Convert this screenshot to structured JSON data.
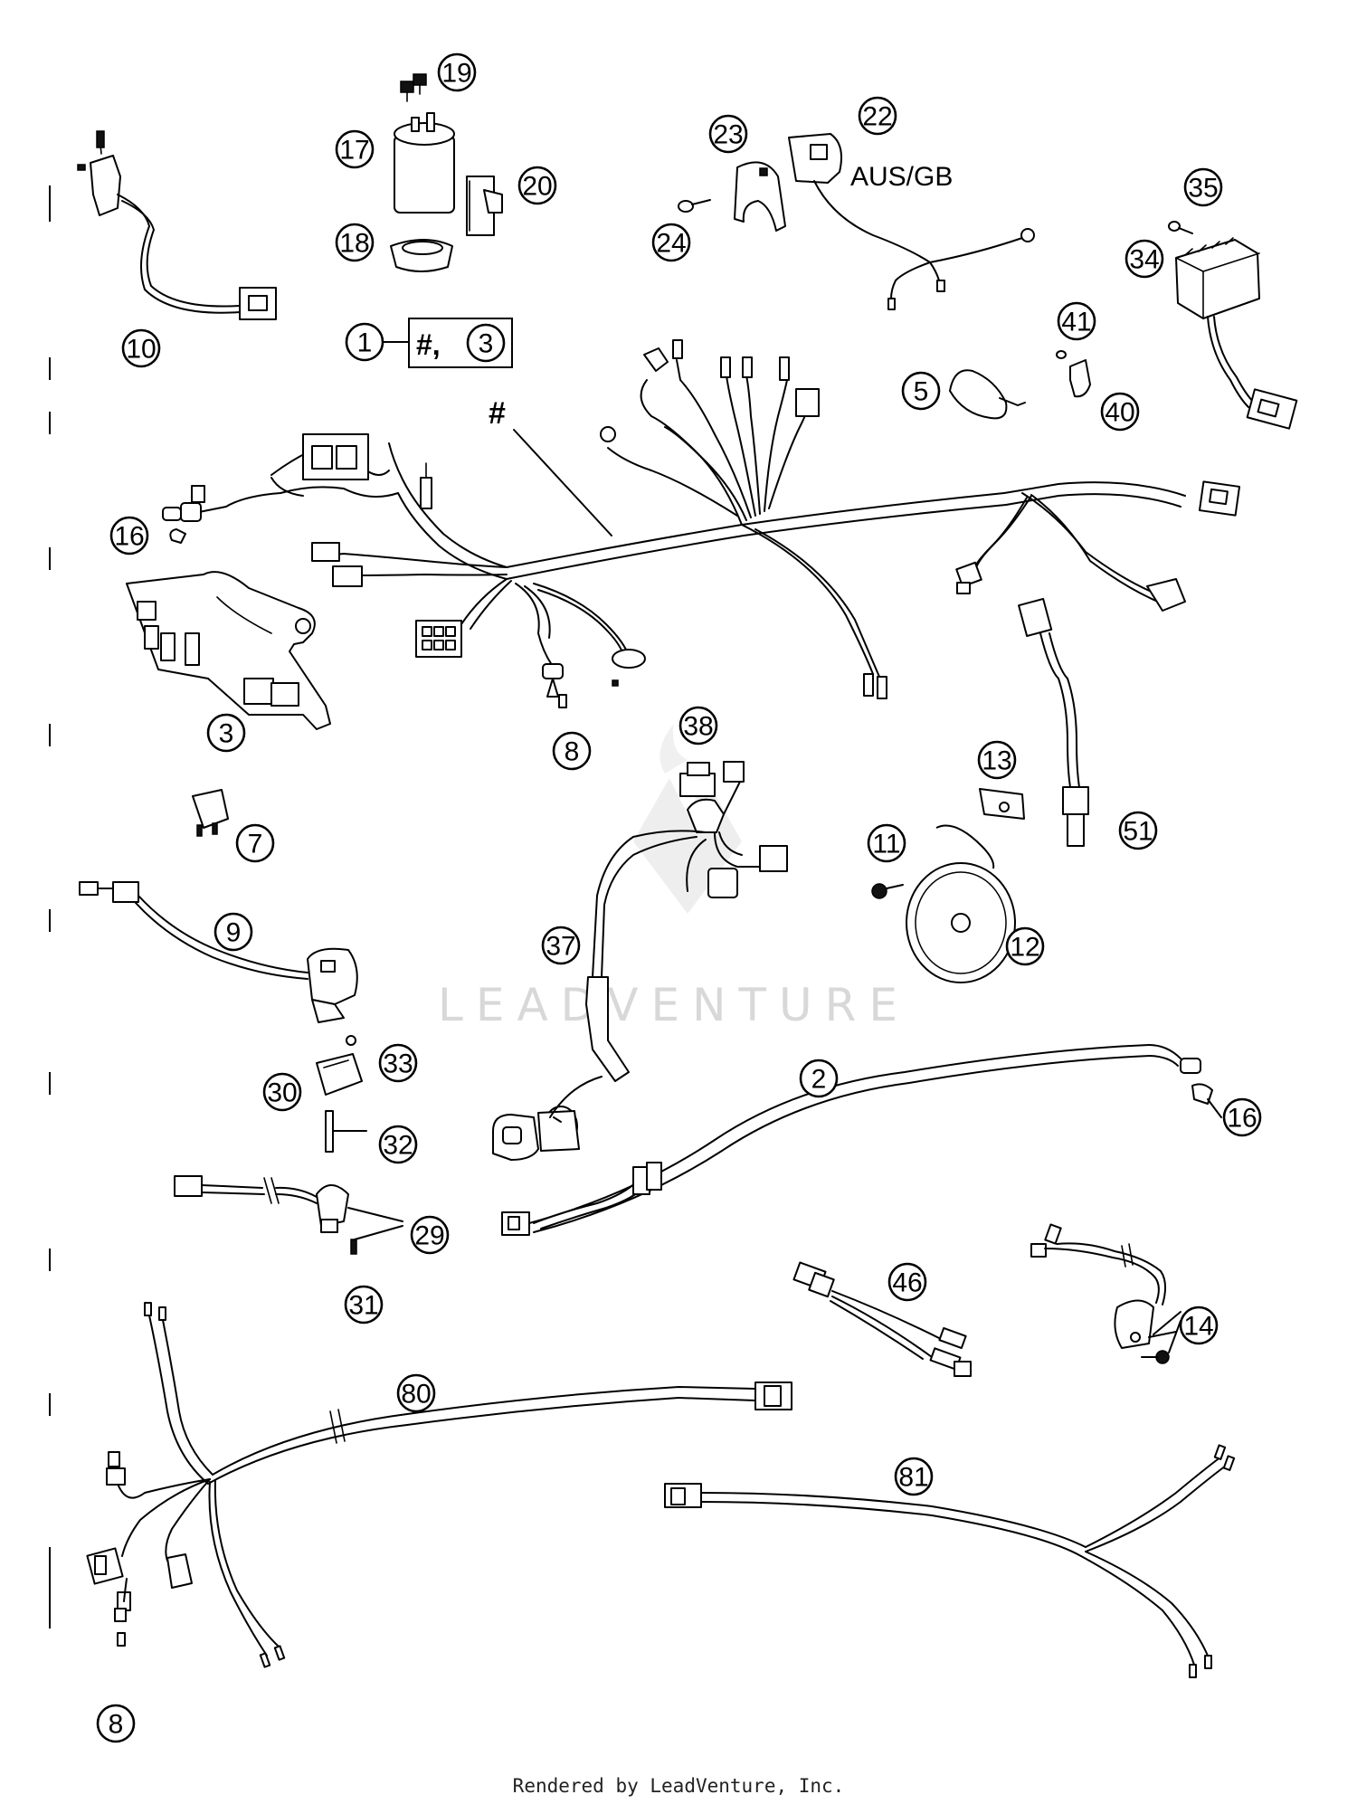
{
  "callouts": {
    "c10": "10",
    "c17": "17",
    "c18": "18",
    "c19": "19",
    "c20": "20",
    "c22": "22",
    "c23": "23",
    "c24": "24",
    "c35": "35",
    "c34": "34",
    "c41": "41",
    "c40": "40",
    "c5": "5",
    "c1": "1",
    "c16a": "16",
    "c3": "3",
    "c3box": "3",
    "c8a": "8",
    "c38": "38",
    "c13": "13",
    "c51": "51",
    "c7": "7",
    "c11": "11",
    "c12": "12",
    "c9": "9",
    "c37": "37",
    "c33": "33",
    "c30": "30",
    "c32": "32",
    "c2": "2",
    "c16b": "16",
    "c29": "29",
    "c31": "31",
    "c46": "46",
    "c14": "14",
    "c80": "80",
    "c81": "81",
    "c8b": "8"
  },
  "labels": {
    "aus_gb": "AUS/GB",
    "hash": "#",
    "box_prefix": "#,"
  },
  "watermark": "LEADVENTURE",
  "footer": "Rendered by LeadVenture, Inc."
}
